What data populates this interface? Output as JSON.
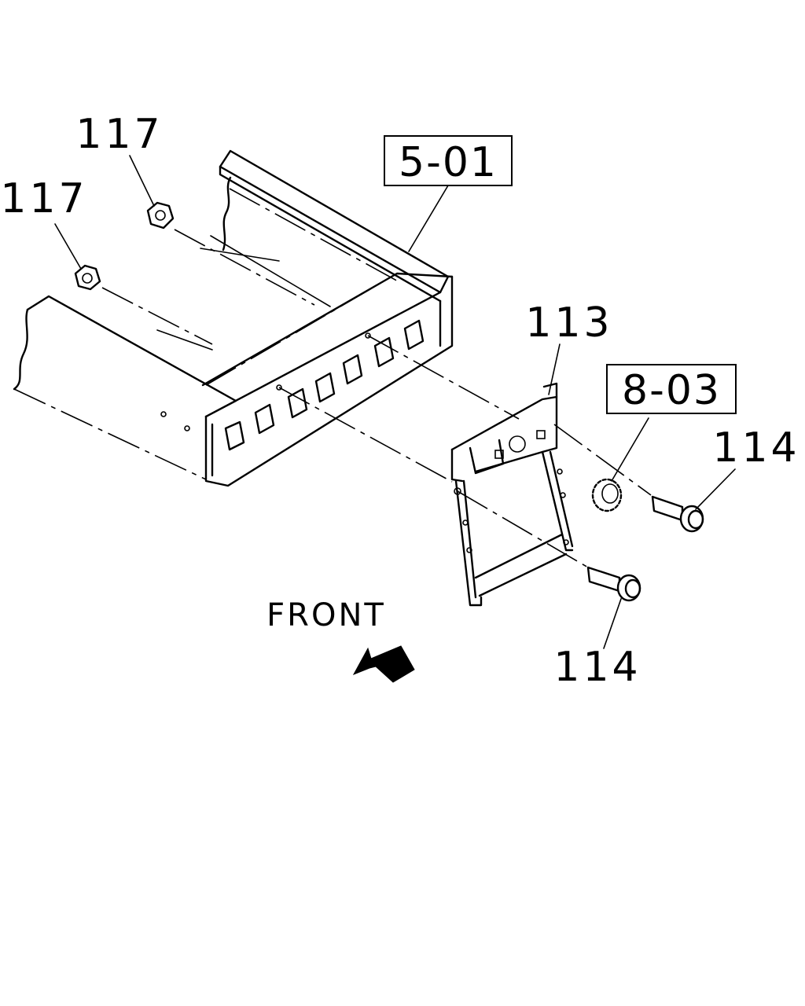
{
  "callouts": {
    "nut_upper": "117",
    "nut_lower": "117",
    "bracket": "113",
    "bolt_right": "114",
    "bolt_lower": "114"
  },
  "references": {
    "frame": "5-01",
    "grommet": "8-03"
  },
  "direction": {
    "label": "FRONT"
  }
}
